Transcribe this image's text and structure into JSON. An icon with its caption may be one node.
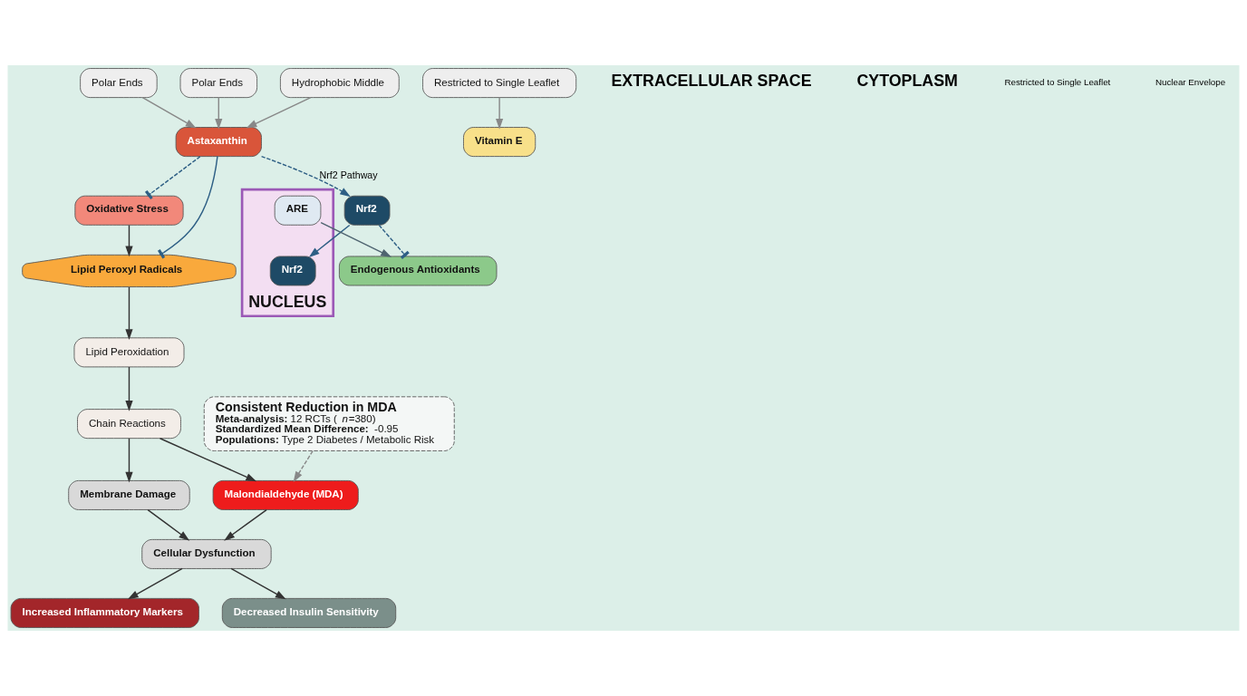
{
  "diagram": {
    "nodes": [
      {
        "text": [
          "Oxidative Stress"
        ]
      },
      {
        "text": [
          "Lipid Peroxyl Radicals"
        ]
      },
      {
        "text": [
          "Lipid Peroxidation"
        ]
      },
      {
        "text": [
          "Chain Reactions"
        ]
      },
      {
        "text": [
          "Membrane Damage"
        ]
      },
      {
        "text": [
          "Malondialdehyde (MDA)"
        ]
      },
      {
        "text": [
          "Cellular Dysfunction"
        ]
      },
      {
        "text": [
          "Increased Inflammatory Markers"
        ]
      },
      {
        "text": [
          "Decreased Insulin Sensitivity"
        ]
      },
      {
        "text": [
          "Consistent Reduction in MDA",
          "**Meta-analysis:** 12 RCTs (*n*=380)",
          "**Standardized Mean Difference:** -0.95",
          "**Populations:** Type 2 Diabetes / Metabolic Risk"
        ]
      },
      {
        "text": [
          "Astaxanthin"
        ]
      },
      {
        "text": [
          "Polar Ends"
        ]
      },
      {
        "text": [
          "Hydrophobic Middle"
        ]
      },
      {
        "text": [
          "Polar Ends"
        ]
      },
      {
        "text": [
          "Vitamin E"
        ]
      },
      {
        "text": [
          "Restricted to Single Leaflet"
        ]
      },
      {
        "text": [
          "Nrf2"
        ]
      },
      {
        "text": [
          "Endogenous Antioxidants"
        ]
      },
      {
        "text": [
          "NUCLEUS"
        ]
      },
      {
        "text": [
          "Nrf2"
        ],
        "in": 18
      },
      {
        "text": [
          "ARE"
        ],
        "in": 18
      }
    ],
    "edges": [
      {
        "from": 0,
        "to": 1,
        "arrow": "to"
      },
      {
        "from": 10,
        "to": 0,
        "arrow": "other",
        "style": "dashed",
        "color": "#2e5f85"
      },
      {
        "from": 10,
        "to": 1,
        "arrow": "other",
        "color": "#2e5f85"
      },
      {
        "from": 1,
        "to": 2,
        "arrow": "to"
      },
      {
        "from": 2,
        "to": 3,
        "arrow": "to"
      },
      {
        "from": 3,
        "to": 4,
        "arrow": "to"
      },
      {
        "from": 3,
        "to": 5,
        "arrow": "to"
      },
      {
        "from": 4,
        "to": 6,
        "arrow": "to"
      },
      {
        "from": 5,
        "to": 6,
        "arrow": "to"
      },
      {
        "from": 6,
        "to": 7,
        "arrow": "to"
      },
      {
        "from": 6,
        "to": 8,
        "arrow": "to"
      },
      {
        "from": 9,
        "to": 5,
        "arrow": "to",
        "style": "dashed",
        "color": "#888888"
      },
      {
        "from": 11,
        "to": 10,
        "arrow": "to",
        "color": "#888888"
      },
      {
        "from": 12,
        "to": 10,
        "arrow": "to",
        "color": "#888888"
      },
      {
        "from": 13,
        "to": 10,
        "arrow": "to",
        "color": "#888888"
      },
      {
        "from": 15,
        "to": 14,
        "arrow": "to",
        "color": "#888888"
      },
      {
        "from": 10,
        "to": 16,
        "arrow": "to",
        "label": "Nrf2 Pathway",
        "style": "dashed",
        "color": "#2e5f85"
      },
      {
        "from": 16,
        "to": 17,
        "arrow": "other",
        "style": "dashed",
        "color": "#2e5f85"
      },
      {
        "from": 16,
        "to": 19,
        "arrow": "to",
        "color": "#2e5f85"
      },
      {
        "from": 20,
        "to": 17,
        "arrow": "to",
        "color": "#4f6470"
      }
    ],
    "labels": [
      "EXTRACELLULAR SPACE",
      "CYTOPLASM",
      "Restricted to Single Leaflet",
      "Nuclear Envelope"
    ]
  }
}
